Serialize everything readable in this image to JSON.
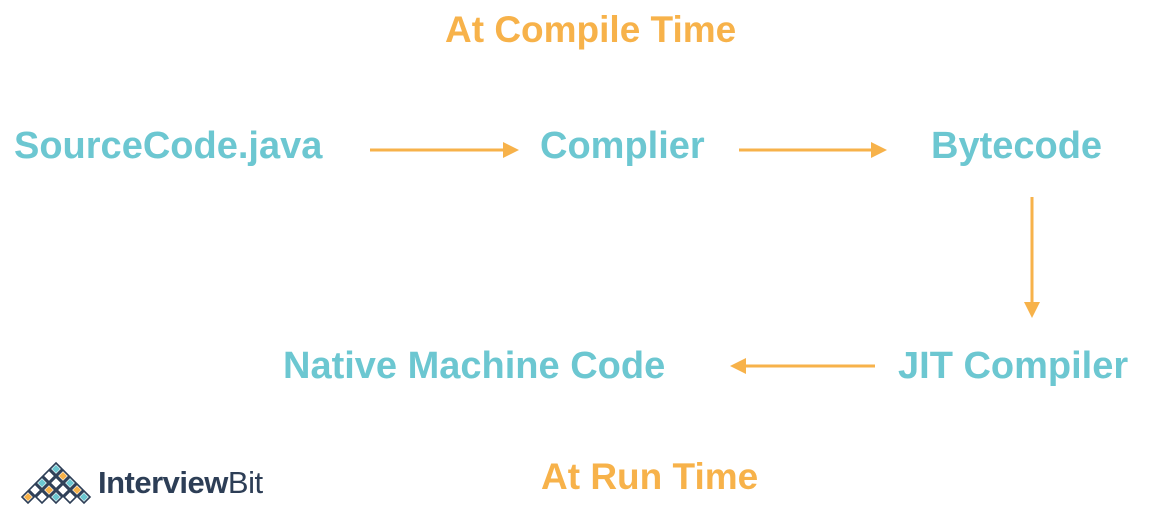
{
  "titles": {
    "compile_time": "At Compile Time",
    "run_time": "At Run Time"
  },
  "nodes": {
    "source": "SourceCode.java",
    "compiler": "Complier",
    "bytecode": "Bytecode",
    "jit": "JIT Compiler",
    "native": "Native Machine Code"
  },
  "brand": {
    "name_bold": "Interview",
    "name_regular": "Bit",
    "logo_icon": "diamond-grid-icon"
  },
  "colors": {
    "accent_orange": "#f7b24a",
    "node_teal": "#6cc7d1",
    "brand_navy": "#2d3e56"
  },
  "edges": [
    {
      "from": "source",
      "to": "compiler"
    },
    {
      "from": "compiler",
      "to": "bytecode"
    },
    {
      "from": "bytecode",
      "to": "jit"
    },
    {
      "from": "jit",
      "to": "native"
    }
  ]
}
